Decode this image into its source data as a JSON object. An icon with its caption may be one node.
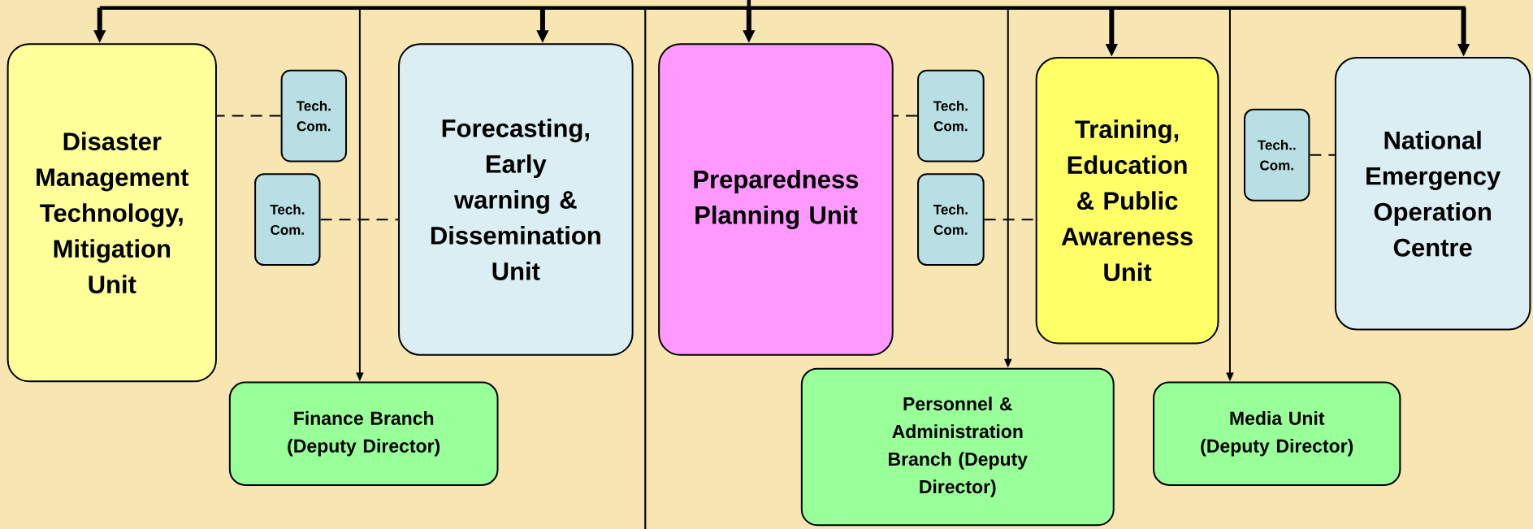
{
  "diagram": {
    "nodes": [
      {
        "text": [
          "Disaster Management Technology, Mitigation Unit"
        ]
      },
      {
        "text": [
          "Tech. Com."
        ]
      },
      {
        "text": [
          "Tech. Com."
        ]
      },
      {
        "text": [
          "Forecasting, Early warning & Dissemination Unit"
        ]
      },
      {
        "text": [
          "Preparedness Planning Unit"
        ]
      },
      {
        "text": [
          "Tech. Com."
        ]
      },
      {
        "text": [
          "Tech. Com."
        ]
      },
      {
        "text": [
          "Training, Education & Public Awareness Unit"
        ]
      },
      {
        "text": [
          "Tech.. Com."
        ]
      },
      {
        "text": [
          "National Emergency Operation Centre"
        ]
      },
      {
        "text": [
          "Finance Branch (Deputy Director)"
        ]
      },
      {
        "text": [
          "Personnel & Administration Branch (Deputy Director)"
        ]
      },
      {
        "text": [
          "Media Unit (Deputy Director)"
        ]
      }
    ],
    "edges": [
      {
        "from": null,
        "to": 0,
        "arrow": "to",
        "style": "thick"
      },
      {
        "from": null,
        "to": 3,
        "arrow": "to",
        "style": "thick"
      },
      {
        "from": null,
        "to": 4,
        "arrow": "to",
        "style": "thick"
      },
      {
        "from": null,
        "to": 7,
        "arrow": "to",
        "style": "thick"
      },
      {
        "from": null,
        "to": 9,
        "arrow": "to",
        "style": "thick"
      },
      {
        "from": null,
        "to": 10,
        "arrow": "to"
      },
      {
        "from": null,
        "to": 11,
        "arrow": "to"
      },
      {
        "from": null,
        "to": 12,
        "arrow": "to"
      },
      {
        "from": 1,
        "to": 0,
        "arrow": "none",
        "style": "dashed"
      },
      {
        "from": 2,
        "to": 3,
        "arrow": "none",
        "style": "dashed"
      },
      {
        "from": 5,
        "to": 4,
        "arrow": "none",
        "style": "dashed"
      },
      {
        "from": 6,
        "to": 7,
        "arrow": "none",
        "style": "dashed"
      },
      {
        "from": 8,
        "to": 9,
        "arrow": "none",
        "style": "dashed"
      }
    ]
  }
}
